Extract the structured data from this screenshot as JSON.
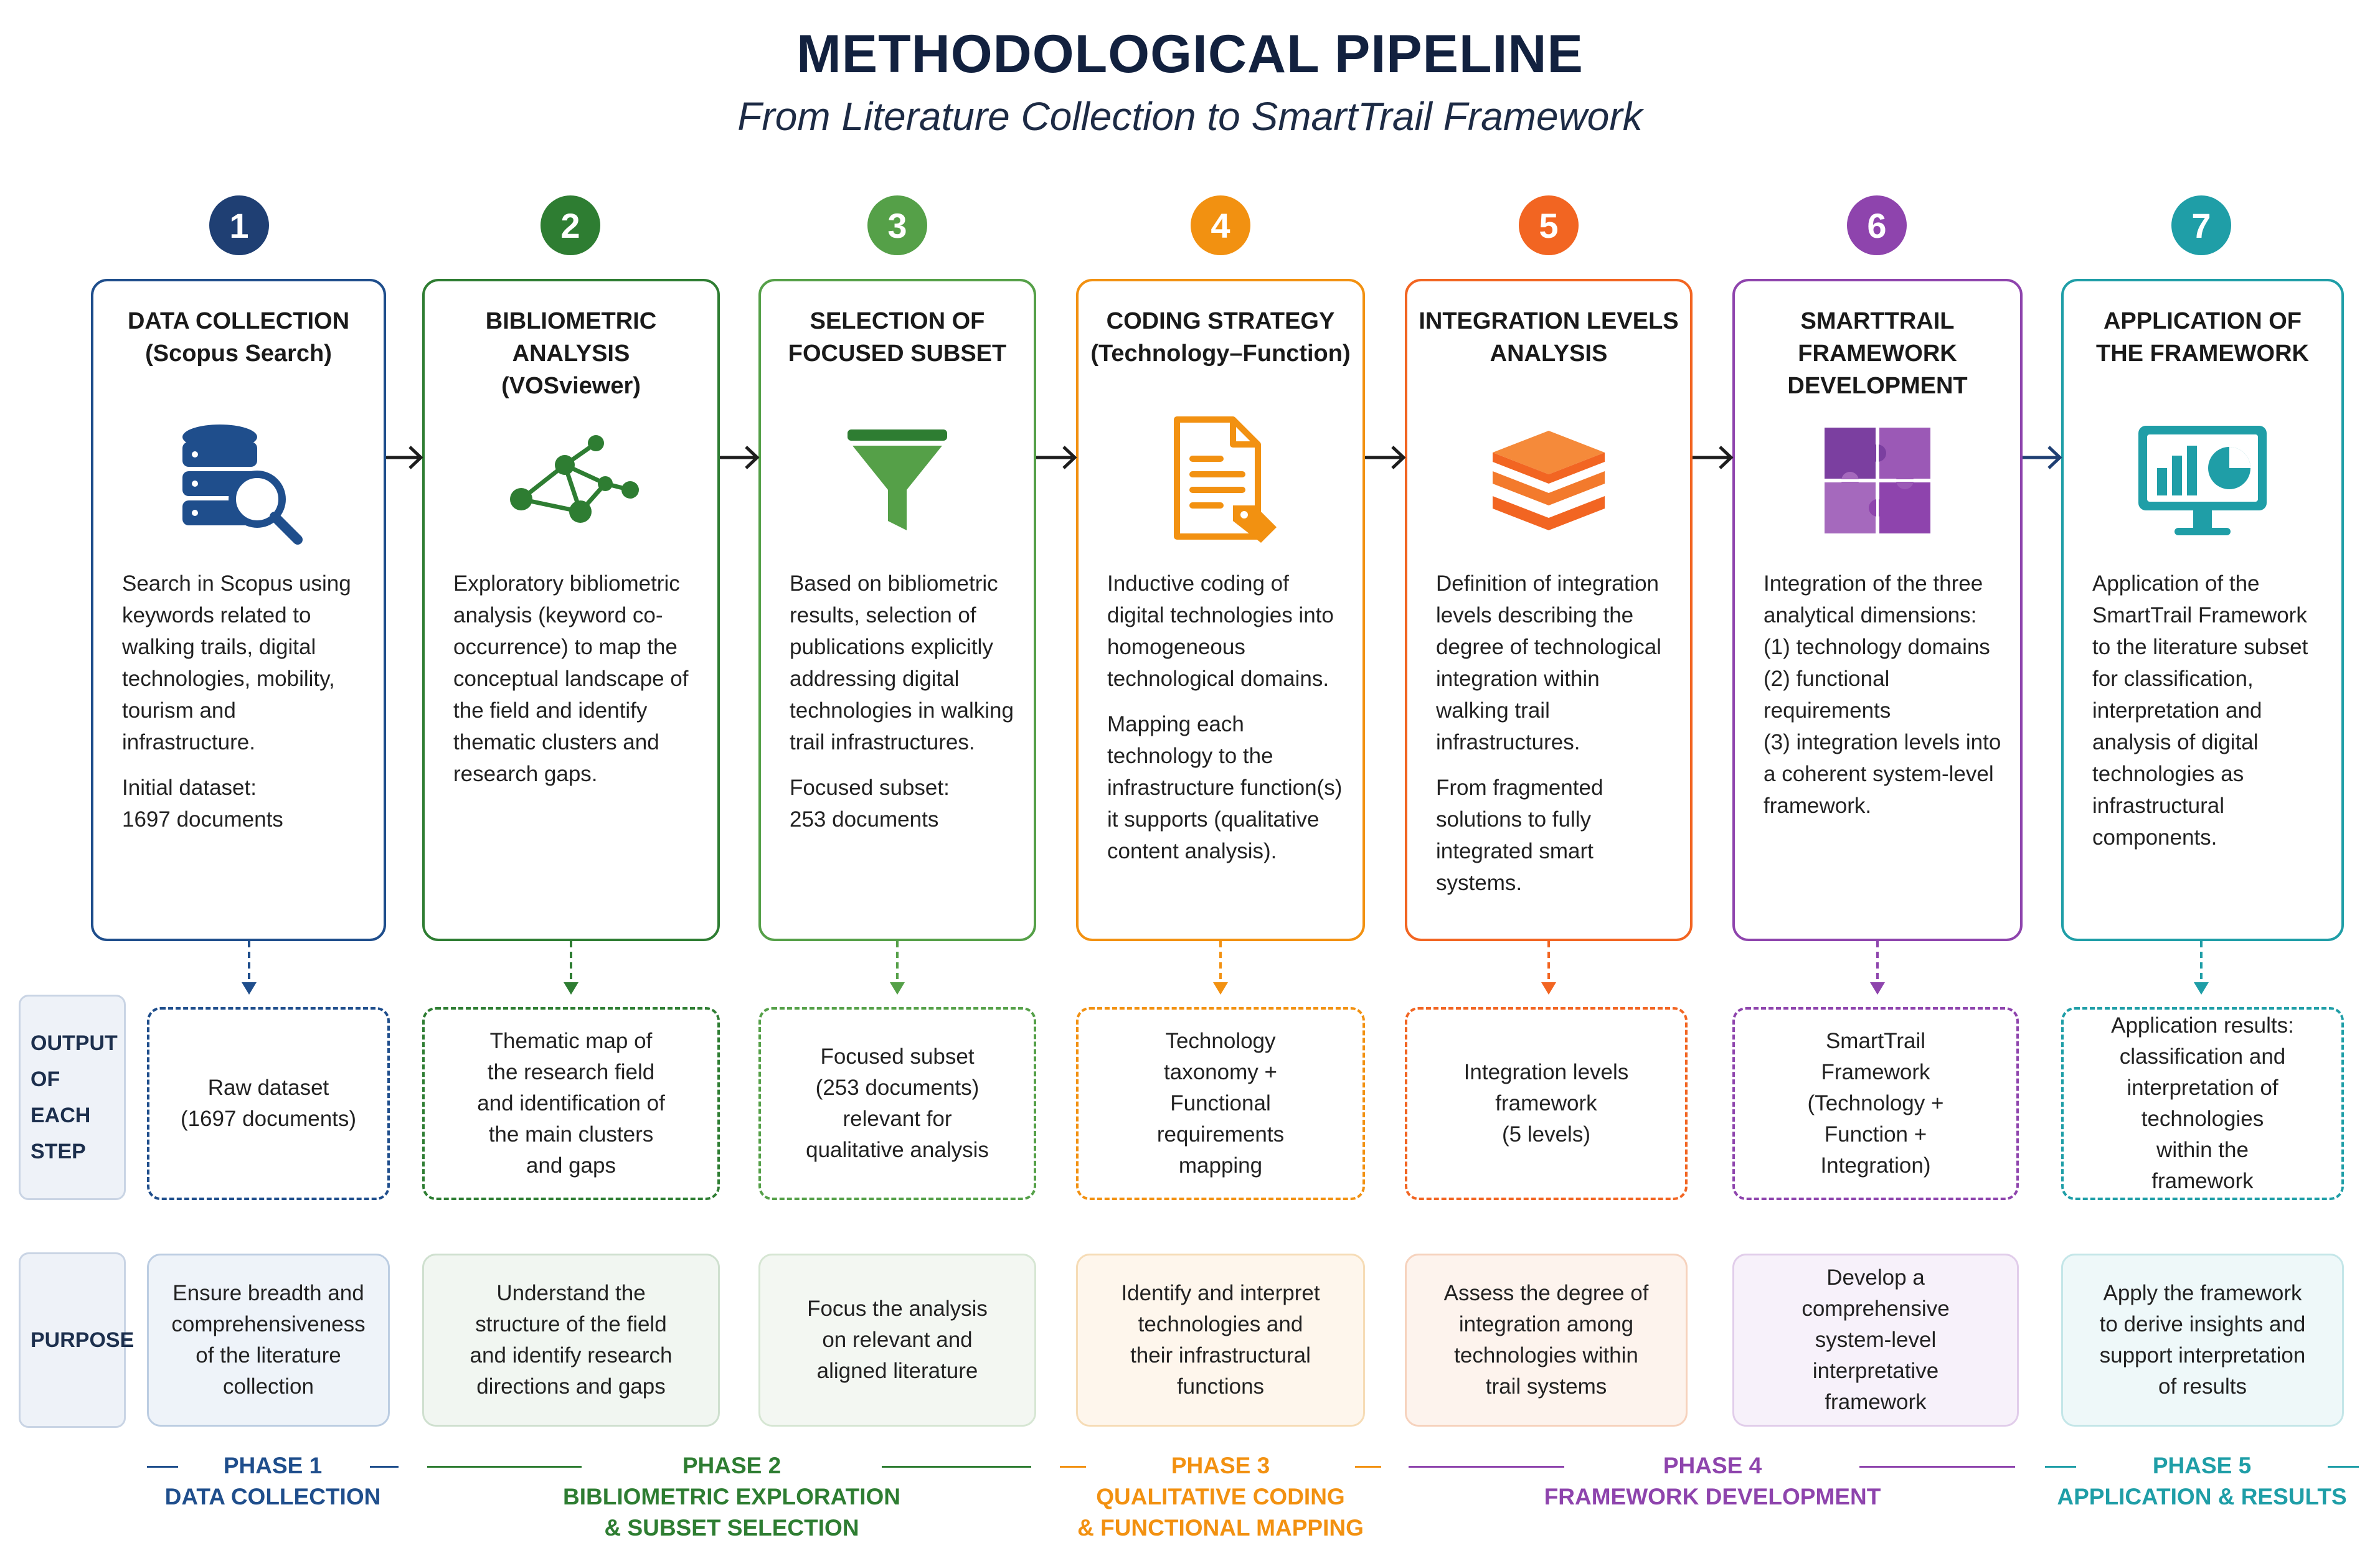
{
  "header": {
    "title": "METHODOLOGICAL PIPELINE",
    "subtitle": "From Literature Collection to SmartTrail Framework"
  },
  "colors": {
    "navy": "#1f4e8c",
    "dark_green": "#2e7d32",
    "green": "#55a048",
    "orange": "#f29111",
    "orange_red": "#f26522",
    "purple": "#8e44ad",
    "teal": "#1f9ea7"
  },
  "steps": [
    {
      "number": "1",
      "title": "DATA COLLECTION\n(Scopus Search)",
      "icon": "database-search-icon",
      "body": [
        "Search in Scopus using keywords related to walking trails, digital technologies, mobility, tourism and infrastructure.",
        "Initial dataset:\n1697 documents"
      ],
      "output": "Raw dataset\n(1697 documents)",
      "purpose": "Ensure breadth and\ncomprehensiveness\nof the literature\ncollection"
    },
    {
      "number": "2",
      "title": "BIBLIOMETRIC\nANALYSIS\n(VOSviewer)",
      "icon": "network-graph-icon",
      "body": [
        "Exploratory bibliometric analysis (keyword co-occurrence) to map the conceptual landscape of the field and identify thematic clusters and research gaps."
      ],
      "output": "Thematic map of\nthe research field\nand identification of\nthe main clusters\nand gaps",
      "purpose": "Understand the\nstructure of the field\nand identify research\ndirections and gaps"
    },
    {
      "number": "3",
      "title": "SELECTION OF\nFOCUSED SUBSET",
      "icon": "funnel-icon",
      "body": [
        "Based on bibliometric results, selection of publications explicitly addressing digital technologies in walking trail infrastructures.",
        "Focused subset:\n253 documents"
      ],
      "output": "Focused subset\n(253 documents)\nrelevant for\nqualitative analysis",
      "purpose": "Focus the analysis\non relevant and\naligned literature"
    },
    {
      "number": "4",
      "title": "CODING STRATEGY\n(Technology–Function)",
      "icon": "document-tag-icon",
      "body": [
        "Inductive coding of digital technologies into homogeneous technological domains.",
        "Mapping each technology to the infrastructure function(s) it supports (qualitative content analysis)."
      ],
      "output": "Technology\ntaxonomy +\nFunctional\nrequirements\nmapping",
      "purpose": "Identify and interpret\ntechnologies and\ntheir infrastructural\nfunctions"
    },
    {
      "number": "5",
      "title": "INTEGRATION LEVELS\nANALYSIS",
      "icon": "layers-icon",
      "body": [
        "Definition of integration levels describing the degree of technological integration within walking trail infrastructures.",
        "From fragmented solutions to fully integrated smart systems."
      ],
      "output": "Integration levels\nframework\n(5 levels)",
      "purpose": "Assess the degree of\nintegration among\ntechnologies within\ntrail systems"
    },
    {
      "number": "6",
      "title": "SMARTTRAIL\nFRAMEWORK\nDEVELOPMENT",
      "icon": "puzzle-icon",
      "body": [
        "Integration of the three analytical dimensions:\n(1) technology domains\n(2) functional requirements\n(3) integration levels into a coherent system-level framework."
      ],
      "output": "SmartTrail\nFramework\n(Technology +\nFunction +\nIntegration)",
      "purpose": "Develop a\ncomprehensive\nsystem-level\ninterpretative\nframework"
    },
    {
      "number": "7",
      "title": "APPLICATION OF\nTHE FRAMEWORK",
      "icon": "dashboard-monitor-icon",
      "body": [
        "Application of the SmartTrail Framework to the literature subset for classification, interpretation and analysis of digital technologies as infrastructural components."
      ],
      "output": "Application results:\nclassification and\ninterpretation of\ntechnologies\nwithin the\nframework",
      "purpose": "Apply the framework\nto derive insights and\nsupport interpretation\nof results"
    }
  ],
  "row_labels": {
    "output": "OUTPUT\nOF EACH\nSTEP",
    "purpose": "PURPOSE"
  },
  "phases": [
    {
      "label": "PHASE 1\nDATA COLLECTION"
    },
    {
      "label": "PHASE 2\nBIBLIOMETRIC EXPLORATION\n& SUBSET SELECTION"
    },
    {
      "label": "PHASE 3\nQUALITATIVE CODING\n& FUNCTIONAL MAPPING"
    },
    {
      "label": "PHASE 4\nFRAMEWORK DEVELOPMENT"
    },
    {
      "label": "PHASE 5\nAPPLICATION & RESULTS"
    }
  ]
}
